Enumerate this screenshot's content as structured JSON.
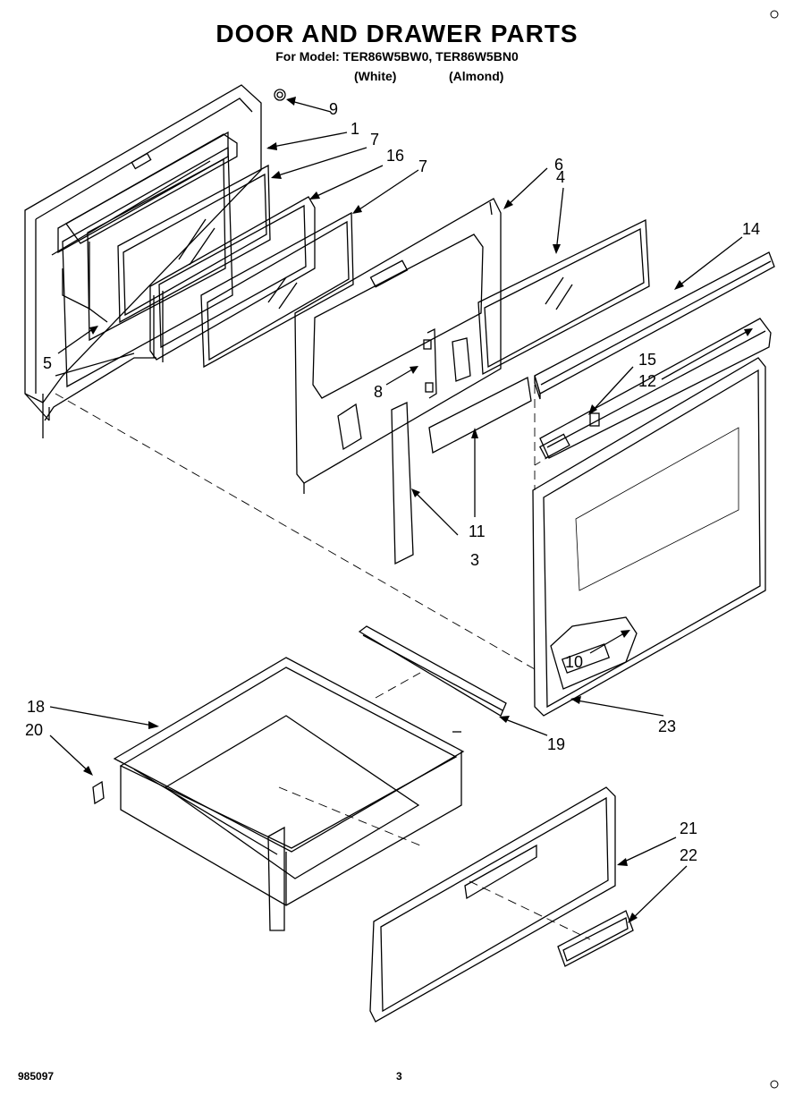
{
  "header": {
    "title": "DOOR AND DRAWER PARTS",
    "models": "For Model: TER86W5BW0, TER86W5BN0",
    "color_white": "(White)",
    "color_almond": "(Almond)"
  },
  "callouts": {
    "c1": "1",
    "c3": "3",
    "c4": "4",
    "c5": "5",
    "c6": "6",
    "c7a": "7",
    "c7b": "7",
    "c8": "8",
    "c9": "9",
    "c10": "10",
    "c11": "11",
    "c12": "12",
    "c14": "14",
    "c15": "15",
    "c16": "16",
    "c18": "18",
    "c19": "19",
    "c20": "20",
    "c21": "21",
    "c22": "22",
    "c23": "23"
  },
  "footer": {
    "doc_number": "985097",
    "page_number": "3"
  }
}
